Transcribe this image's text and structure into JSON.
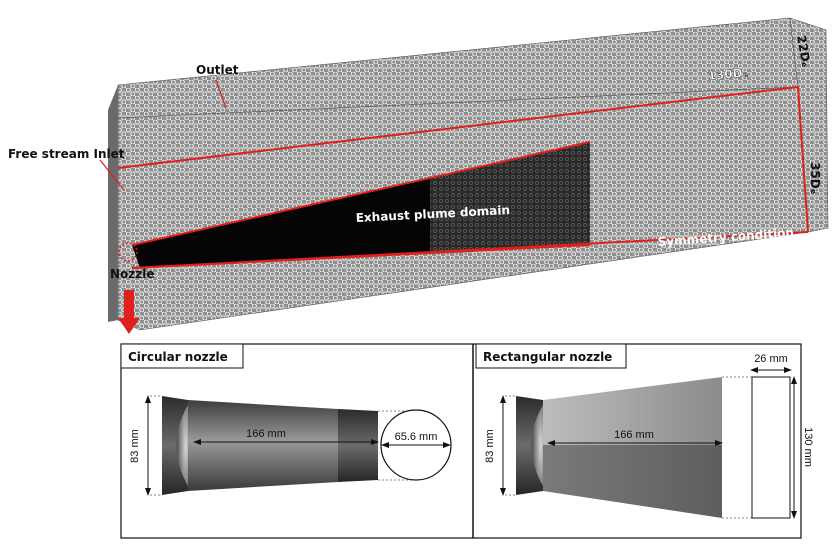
{
  "domain_view": {
    "top_labels": {
      "outlet": "Outlet",
      "free_stream_inlet": "Free stream Inlet",
      "nozzle": "Nozzle",
      "exhaust_plume_domain": "Exhaust plume domain",
      "symmetry_condition": "Symmetry condition",
      "length": "130Dₑ",
      "width": "22Dₑ",
      "height": "35Dₑ"
    },
    "colors": {
      "mesh_fill": "#9a9a9a",
      "mesh_line": "#f2f2f2",
      "edge_red": "#e0201c",
      "arrow_red": "#e0201c",
      "plume": "#050505"
    }
  },
  "panels": {
    "circular": {
      "title": "Circular nozzle",
      "diameter_inlet": "83 mm",
      "length": "166 mm",
      "diameter_exit": "65.6 mm"
    },
    "rectangular": {
      "title": "Rectangular nozzle",
      "diameter_inlet": "83 mm",
      "length": "166 mm",
      "exit_width": "26 mm",
      "exit_height": "130 mm"
    }
  }
}
